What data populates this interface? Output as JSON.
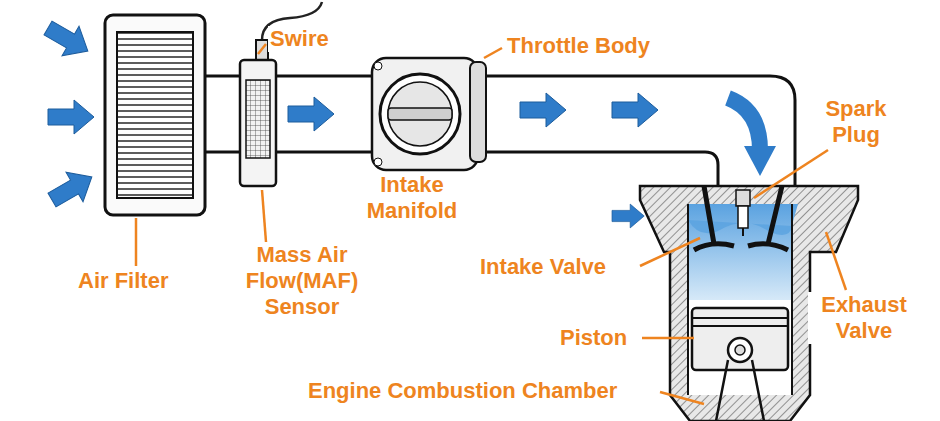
{
  "diagram": {
    "labels": [
      "Swire",
      "Throttle Body",
      "Spark Plug",
      "Intake Manifold",
      "Air Filter",
      "Mass Air Flow(MAF) Sensor",
      "Intake Valve",
      "Exhaust Valve",
      "Piston",
      "Engine Combustion Chamber"
    ]
  }
}
